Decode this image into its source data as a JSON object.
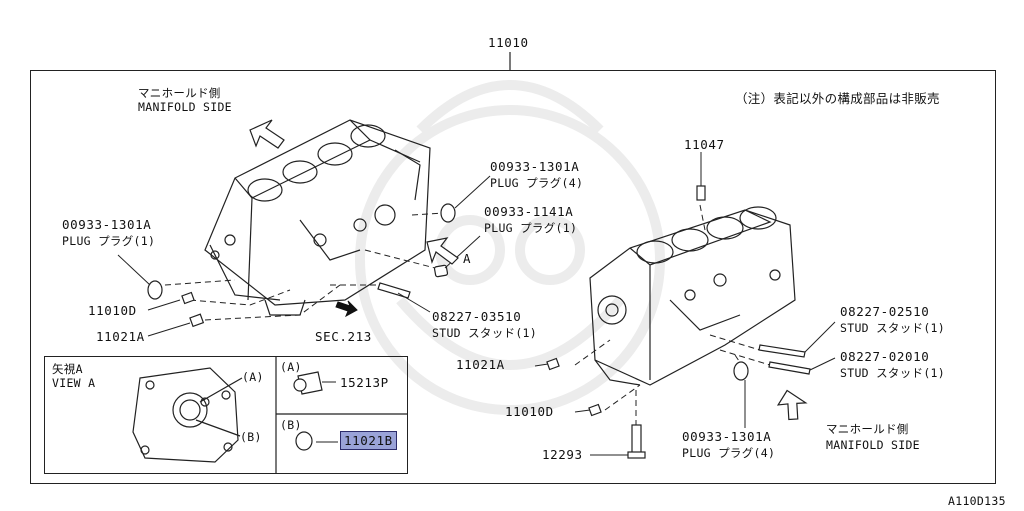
{
  "diagram": {
    "main_part_number": "11010",
    "note_jp": "（注）表記以外の構成部品は非販売",
    "left_block": {
      "manifold_side_jp": "マニホールド側",
      "manifold_side_en": "MANIFOLD SIDE",
      "plug_top_part": "00933-1301A",
      "plug_top_desc": "PLUG プラグ(4)",
      "plug_mid_part": "00933-1141A",
      "plug_mid_desc": "PLUG プラグ(1)",
      "plug_left_part": "00933-1301A",
      "plug_left_desc": "PLUG プラグ(1)",
      "view_arrow_label": "A",
      "dowel_part": "11010D",
      "sleeve_part": "11021A",
      "section_ref": "SEC.213",
      "stud_part": "08227-03510",
      "stud_desc": "STUD スタッド(1)"
    },
    "right_block": {
      "top_part": "11047",
      "stud_1_part": "08227-02510",
      "stud_1_desc": "STUD スタッド(1)",
      "stud_2_part": "08227-02010",
      "stud_2_desc": "STUD スタッド(1)",
      "sleeve_part": "11021A",
      "dowel_part": "11010D",
      "bolt_part": "12293",
      "plug_part": "00933-1301A",
      "plug_desc": "PLUG プラグ(4)",
      "manifold_side_jp": "マニホールド側",
      "manifold_side_en": "MANIFOLD SIDE"
    },
    "view_inset": {
      "title_jp": "矢視A",
      "title_en": "VIEW A",
      "callout_a": "(A)",
      "callout_b": "(B)",
      "box_a_label": "(A)",
      "box_a_part": "15213P",
      "box_b_label": "(B)",
      "box_b_part": "11021B"
    },
    "figure_code": "A110D135",
    "colors": {
      "line": "#222222",
      "highlight": "#9aa3d8",
      "watermark": "#ececec"
    }
  }
}
